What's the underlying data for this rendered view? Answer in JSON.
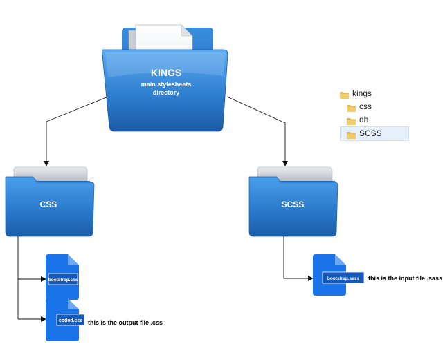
{
  "root_folder": {
    "title": "KINGS",
    "subtitle_line1": "main stylesheets",
    "subtitle_line2": "directory"
  },
  "css_folder": {
    "label": "CSS"
  },
  "scss_folder": {
    "label": "SCSS"
  },
  "files": {
    "bootstrap_css": "bootstrap.css",
    "coded_css": "coded.css",
    "bootstrap_sass": "bootstrap.sass"
  },
  "notes": {
    "output": "this is the output file .css",
    "input": "this is the input file .sass"
  },
  "explorer_tree": {
    "root": "kings",
    "children": [
      "css",
      "db",
      "SCSS"
    ],
    "selected": "SCSS"
  },
  "colors": {
    "folder_blue": "#2f7fd0",
    "file_blue": "#1a73e8",
    "tree_folder": "#e8b84a"
  }
}
